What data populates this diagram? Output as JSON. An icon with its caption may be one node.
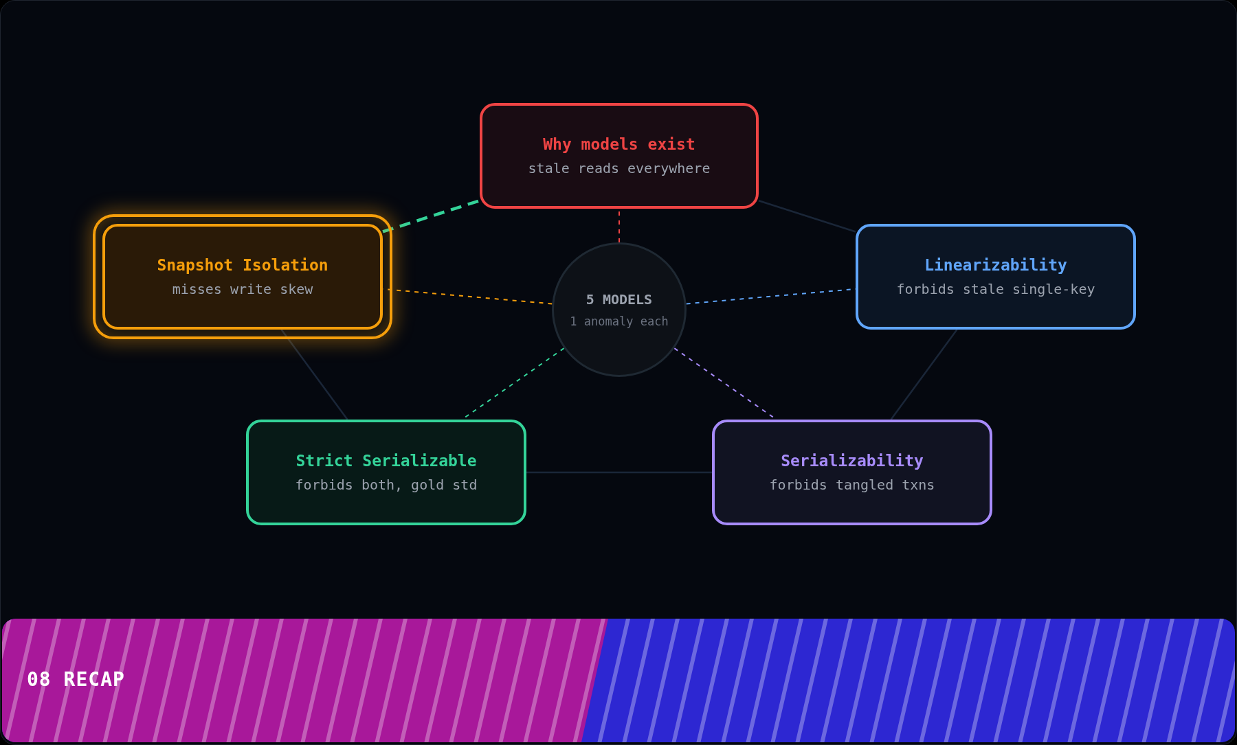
{
  "diagram": {
    "nodes": [
      {
        "text": [
          "Why models exist",
          "stale reads everywhere"
        ]
      },
      {
        "text": [
          "Snapshot Isolation",
          "misses write skew"
        ]
      },
      {
        "text": [
          "5 MODELS",
          "1 anomaly each"
        ]
      },
      {
        "text": [
          "Linearizability",
          "forbids stale single-key"
        ]
      },
      {
        "text": [
          "Strict Serializable",
          "forbids both, gold std"
        ]
      },
      {
        "text": [
          "Serializability",
          "forbids tangled txns"
        ]
      }
    ],
    "edges": [
      {
        "from": 2,
        "to": 0,
        "arrow": "none",
        "style": "dashed",
        "color": "#ef4444"
      },
      {
        "from": 2,
        "to": 1,
        "arrow": "none",
        "style": "dashed",
        "color": "#f59e0b"
      },
      {
        "from": 2,
        "to": 3,
        "arrow": "none",
        "style": "dashed",
        "color": "#60a5fa"
      },
      {
        "from": 2,
        "to": 4,
        "arrow": "none",
        "style": "dashed",
        "color": "#34d399"
      },
      {
        "from": 2,
        "to": 5,
        "arrow": "none",
        "style": "dashed",
        "color": "#a78bfa"
      },
      {
        "from": 0,
        "to": 3,
        "arrow": "none"
      },
      {
        "from": 3,
        "to": 5,
        "arrow": "none"
      },
      {
        "from": 5,
        "to": 4,
        "arrow": "none"
      },
      {
        "from": 4,
        "to": 1,
        "arrow": "none"
      },
      {
        "from": 1,
        "to": 0,
        "arrow": "none",
        "style": "dashed",
        "color": "#34d399"
      }
    ],
    "labels": [
      "08 RECAP"
    ]
  }
}
